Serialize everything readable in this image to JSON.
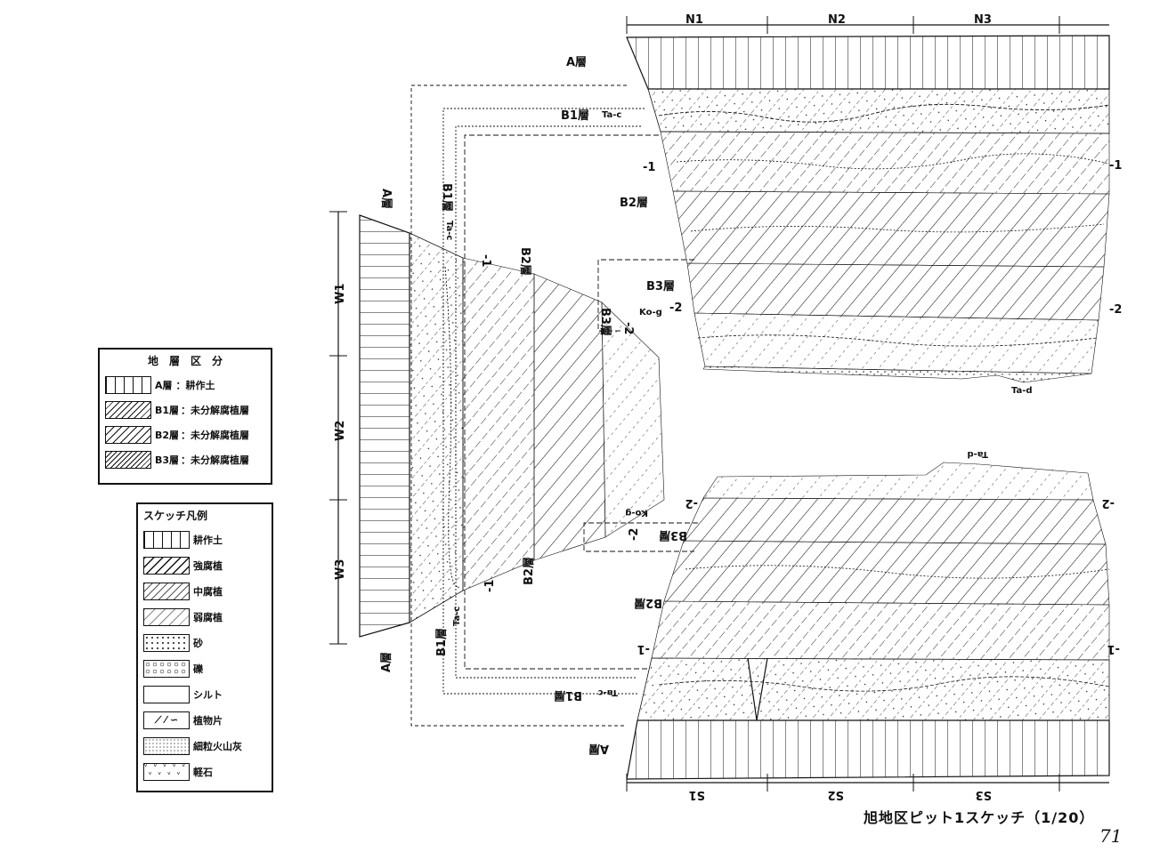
{
  "title": "旭地区ピット1スケッチ（1/20）",
  "page_number": "71",
  "sections_top": [
    "N1",
    "N2",
    "N3"
  ],
  "sections_bottom": [
    "S1",
    "S2",
    "S3"
  ],
  "sections_left": [
    "W1",
    "W2",
    "W3"
  ],
  "layer_labels": {
    "a_top": "A層",
    "a_left": "A層",
    "a_left_bottom": "A層",
    "a_bottom": "A層",
    "b1_top": "B1層",
    "b1_left_top": "B1層",
    "b1_left_bottom": "B1層",
    "b1_bottom": "B1層",
    "b2_top": "B2層",
    "b2_left": "B2層",
    "b2_left_bottom": "B2層",
    "b2_bottom": "B2層",
    "b3_top": "B3層",
    "b3_left": "B3層",
    "b3_bottom": "B3層"
  },
  "tephra_labels": {
    "ta_c_top": "Ta-c",
    "ta_c_left": "Ta-c",
    "ta_c_left_bottom": "Ta-c",
    "ta_c_bottom": "Ta-c",
    "ko_g_top": "Ko-g",
    "ko_g_bottom": "Ko-g",
    "ta_d_top": "Ta-d",
    "ta_d_bottom": "Ta-d"
  },
  "depth_labels": {
    "m1": "-1",
    "m2": "-2"
  },
  "stratum_legend": {
    "title": "地　層　区　分",
    "rows": [
      {
        "code": "A層",
        "desc": "：耕作土",
        "pattern": "vertical"
      },
      {
        "code": "B1層",
        "desc": "：未分解腐植層",
        "pattern": "b1"
      },
      {
        "code": "B2層",
        "desc": "：未分解腐植層",
        "pattern": "b2"
      },
      {
        "code": "B3層",
        "desc": "：未分解腐植層",
        "pattern": "b3"
      }
    ]
  },
  "sketch_legend": {
    "title": "スケッチ凡例",
    "rows": [
      {
        "label": "耕作土",
        "pattern": "vertical"
      },
      {
        "label": "強腐植",
        "pattern": "strong"
      },
      {
        "label": "中腐植",
        "pattern": "medium"
      },
      {
        "label": "弱腐植",
        "pattern": "weak"
      },
      {
        "label": "砂",
        "pattern": "sand"
      },
      {
        "label": "礫",
        "pattern": "gravel"
      },
      {
        "label": "シルト",
        "pattern": "blank"
      },
      {
        "label": "植物片",
        "pattern": "plant"
      },
      {
        "label": "細粒火山灰",
        "pattern": "ash"
      },
      {
        "label": "軽石",
        "pattern": "pumice"
      }
    ]
  },
  "colors": {
    "ink": "#111111",
    "paper": "#ffffff"
  }
}
